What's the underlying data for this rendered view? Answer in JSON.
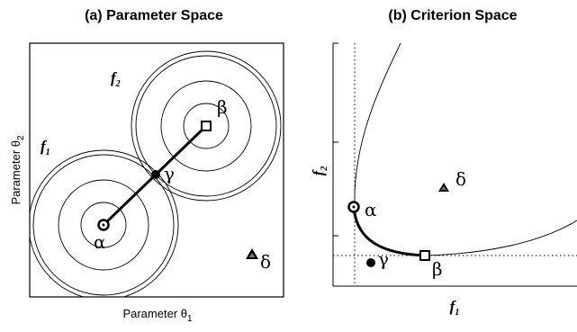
{
  "panel_a": {
    "title": "(a) Parameter Space",
    "x_axis_label": "Parameter θ",
    "x_axis_sub": "1",
    "y_axis_label": "Parameter θ",
    "y_axis_sub": "2",
    "f1_label": "f",
    "f1_sub": "1",
    "f2_label": "f",
    "f2_sub": "2",
    "point_alpha": "α",
    "point_beta": "β",
    "point_gamma": "γ",
    "point_delta": "δ"
  },
  "panel_b": {
    "title": "(b) Criterion Space",
    "x_axis_label": "f",
    "x_axis_sub": "1",
    "y_axis_label": "f",
    "y_axis_sub": "2",
    "point_alpha": "α",
    "point_beta": "β",
    "point_gamma": "γ",
    "point_delta": "δ"
  }
}
